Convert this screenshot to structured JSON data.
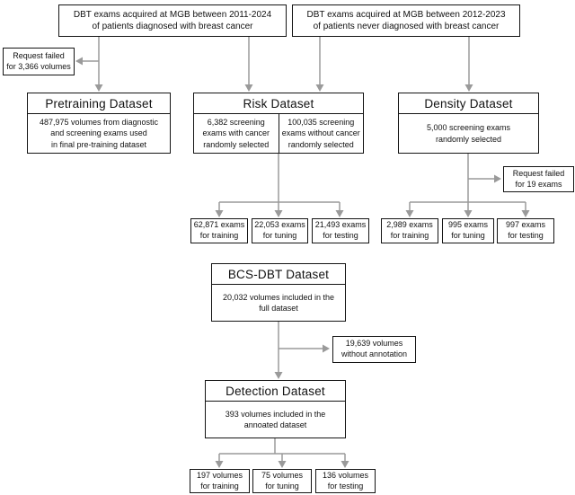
{
  "sources": {
    "diagnosed": "DBT exams acquired at MGB between 2011-2024\nof patients diagnosed with breast cancer",
    "never_diagnosed": "DBT exams acquired at MGB between 2012-2023\nof patients never diagnosed with breast cancer"
  },
  "notes": {
    "pretraining_request_failed": "Request failed\nfor 3,366 volumes",
    "density_request_failed": "Request failed\nfor 19 exams",
    "without_annotation": "19,639 volumes\nwithout annotation"
  },
  "datasets": {
    "pretraining": {
      "title": "Pretraining Dataset",
      "body": "487,975 volumes from diagnostic\nand screening exams used\nin final pre-training dataset"
    },
    "risk": {
      "title": "Risk Dataset",
      "with_cancer": "6,382 screening\nexams with cancer\nrandomly selected",
      "without_cancer": "100,035 screening\nexams without cancer\nrandomly selected"
    },
    "density": {
      "title": "Density Dataset",
      "body": "5,000 screening exams\nrandomly selected"
    },
    "bcs_dbt": {
      "title": "BCS-DBT Dataset",
      "body": "20,032 volumes included in the\nfull dataset"
    },
    "detection": {
      "title": "Detection Dataset",
      "body": "393 volumes included in the\nannoated dataset"
    }
  },
  "splits": {
    "risk": [
      "62,871 exams\nfor training",
      "22,053 exams\nfor tuning",
      "21,493 exams\nfor testing"
    ],
    "density": [
      "2,989 exams\nfor training",
      "995 exams\nfor tuning",
      "997 exams\nfor testing"
    ],
    "detection": [
      "197 volumes\nfor training",
      "75 volumes\nfor tuning",
      "136 volumes\nfor testing"
    ]
  },
  "colors": {
    "arrow": "#9a9a9a",
    "border": "#141414",
    "background": "#ffffff"
  }
}
